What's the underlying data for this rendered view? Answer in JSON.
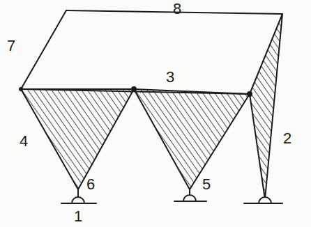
{
  "diagram": {
    "labels": [
      "8",
      "7",
      "3",
      "4",
      "6",
      "1",
      "5",
      "2"
    ]
  }
}
